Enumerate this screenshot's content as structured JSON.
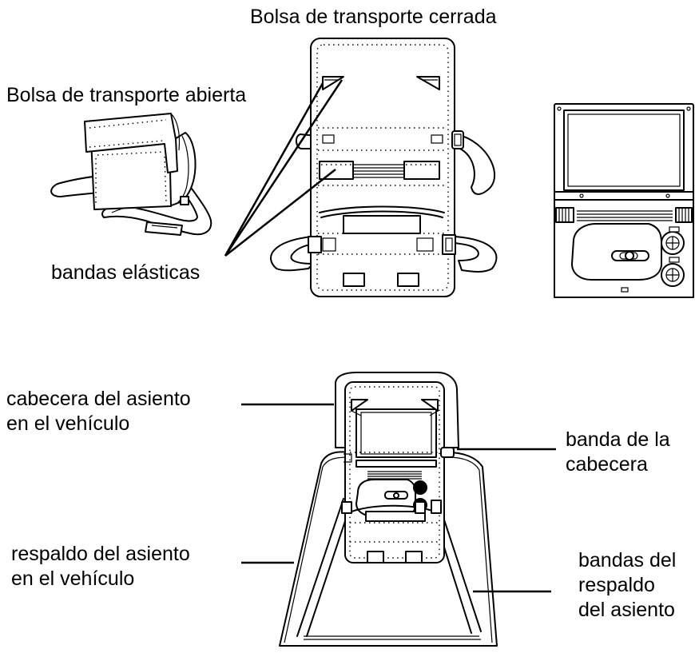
{
  "labels": {
    "bag_closed": "Bolsa de transporte cerrada",
    "bag_open": "Bolsa de transporte abierta",
    "elastic_bands": "bandas elásticas",
    "headrest": [
      "cabecera del asiento",
      "en el vehículo"
    ],
    "headrest_strap": [
      "banda de la",
      "cabecera"
    ],
    "seat_back": [
      "respaldo del asiento",
      "en el vehículo"
    ],
    "seat_back_straps": [
      "bandas del",
      "respaldo",
      "del asiento"
    ]
  }
}
